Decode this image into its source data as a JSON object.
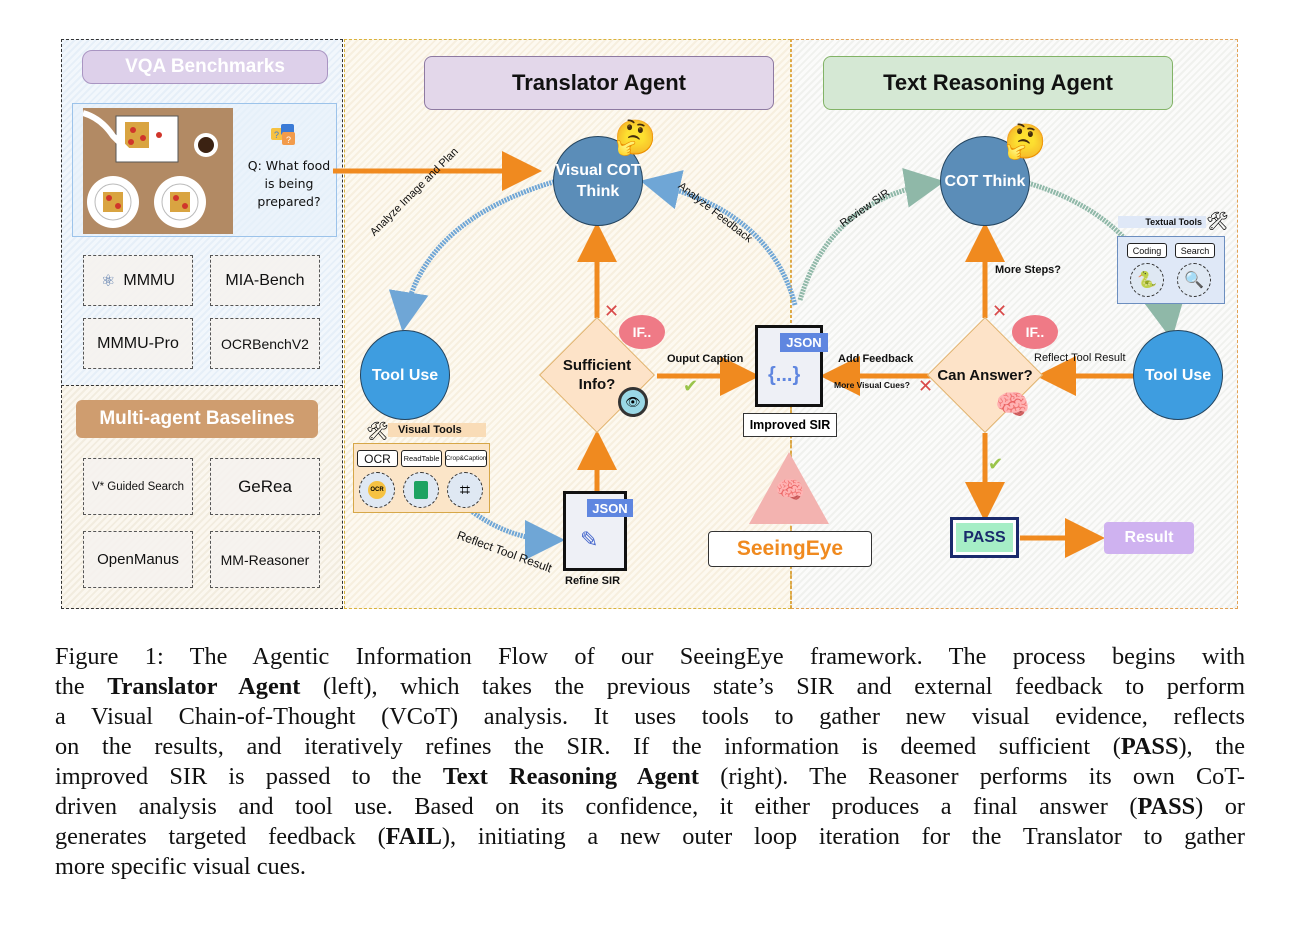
{
  "left_panel": {
    "vqa_title": "VQA Benchmarks",
    "question": "Q: What food is being prepared?",
    "benchmarks": [
      "MMMU",
      "MIA-Bench",
      "MMMU-Pro",
      "OCRBenchV2"
    ],
    "baselines_title": "Multi-agent Baselines",
    "baselines": [
      "V* Guided Search",
      "GeRea",
      "OpenManus",
      "MM-Reasoner"
    ]
  },
  "translator": {
    "title": "Translator Agent",
    "visual_cot": "Visual COT Think",
    "tool_use": "Tool Use",
    "sufficient": "Sufficient Info?",
    "if_bubble": "IF..",
    "analyze_image": "Analyze Image and Plan",
    "analyze_feedback": "Analyze Feedback",
    "reflect_tool": "Reflect Tool Result",
    "output_caption": "Ouput Caption",
    "visual_tools_title": "Visual Tools",
    "visual_tools": [
      "OCR",
      "ReadTable",
      "Crop&Caption"
    ],
    "ocr_badge": "OCR",
    "refine_sir": "Refine SIR",
    "json": "JSON"
  },
  "center": {
    "json": "JSON",
    "braces": "{...}",
    "improved_sir": "Improved SIR",
    "brand": "SeeingEye"
  },
  "reasoner": {
    "title": "Text Reasoning Agent",
    "cot": "COT Think",
    "tool_use": "Tool Use",
    "can_answer": "Can Answer?",
    "if_bubble": "IF..",
    "review_sir": "Review SIR",
    "more_steps": "More Steps?",
    "reflect_tool": "Reflect Tool Result",
    "add_feedback": "Add Feedback",
    "more_visual_cues": "More Visual Cues?",
    "textual_tools_title": "Textual Tools",
    "textual_tools": [
      "Coding",
      "Search"
    ],
    "pass": "PASS",
    "result": "Result"
  },
  "caption": {
    "lines": [
      "Figure 1: The Agentic Information Flow of our SeeingEye framework. The process begins with",
      "the **Translator Agent** (left), which takes the previous state’s SIR and external feedback to perform",
      "a Visual Chain-of-Thought (VCoT) analysis. It uses tools to gather new visual evidence, reflects",
      "on the results, and iteratively refines the SIR. If the information is deemed sufficient (**PASS**), the",
      "improved SIR is passed to the **Text Reasoning Agent** (right). The Reasoner performs its own CoT-",
      "driven analysis and tool use. Based on its confidence, it either produces a final answer (**PASS**) or",
      "generates targeted feedback (**FAIL**), initiating a new outer loop iteration for the Translator to gather",
      "more specific visual cues."
    ]
  },
  "colors": {
    "arrow_orange": "#f08a1f",
    "arrow_blue": "#6fa6d6",
    "arrow_green": "#8fb8a8",
    "node_dark": "#5b8db8",
    "node_light": "#3e9de0",
    "brand_orange": "#f08a1f"
  }
}
